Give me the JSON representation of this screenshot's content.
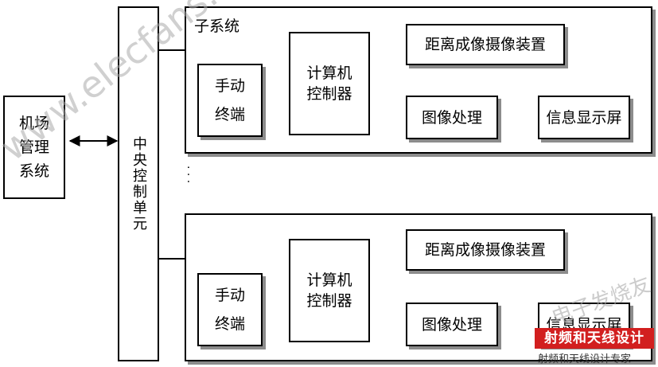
{
  "airport_system": {
    "label": "机场管理系统"
  },
  "central_unit": {
    "label": "中央控制单元"
  },
  "subsystem": {
    "title": "子系统",
    "computer": "计算机控制器",
    "terminal": "手动终端",
    "camera": "距离成像摄像装置",
    "image_proc": "图像处理",
    "display": "信息显示屏"
  },
  "ellipsis": "· · ·",
  "watermarks": {
    "site": "www.elecfans.com",
    "brand": "射频和天线设计",
    "brand_sub": "射频和天线设计专家",
    "faint": "电子发烧友"
  }
}
